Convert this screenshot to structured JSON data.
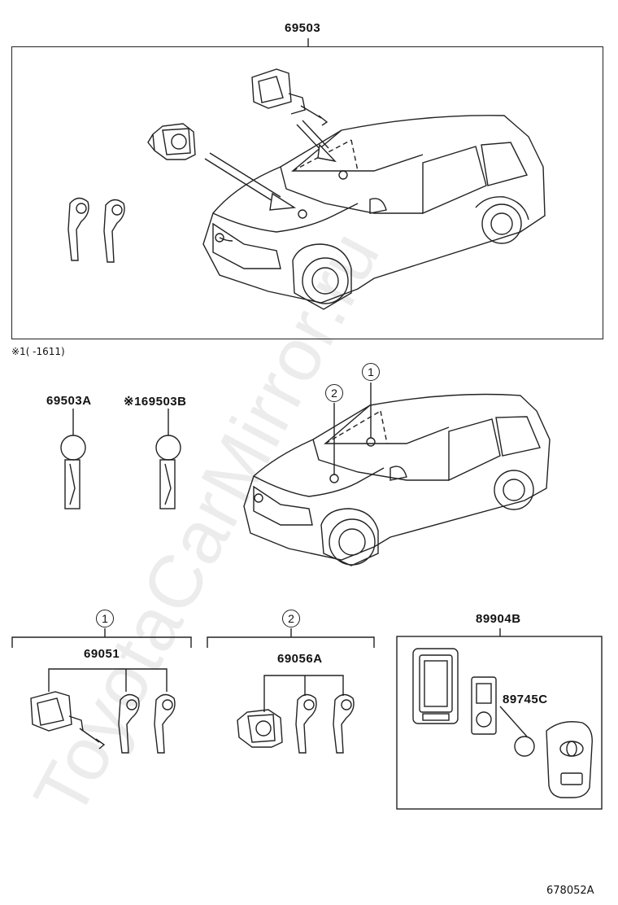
{
  "watermark": "ToyotaCarMirror.ru",
  "figure_id": "678052A",
  "top_group": {
    "part_no": "69503",
    "footnote": "※1(   -1611)"
  },
  "keys": {
    "left_part": "69503A",
    "right_part": "※169503B"
  },
  "car_callouts": {
    "one": "1",
    "two": "2"
  },
  "group1": {
    "callout": "1",
    "part_no": "69051"
  },
  "group2": {
    "callout": "2",
    "part_no": "69056A"
  },
  "smart_key": {
    "part_no": "89904B",
    "battery_part_no": "89745C"
  }
}
